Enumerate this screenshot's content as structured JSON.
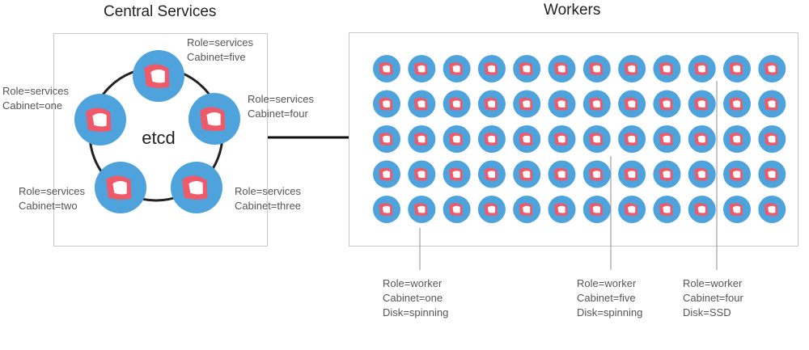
{
  "central": {
    "title": "Central Services",
    "center_label": "etcd",
    "nodes": [
      {
        "role": "Role=services",
        "cabinet": "Cabinet=five"
      },
      {
        "role": "Role=services",
        "cabinet": "Cabinet=four"
      },
      {
        "role": "Role=services",
        "cabinet": "Cabinet=three"
      },
      {
        "role": "Role=services",
        "cabinet": "Cabinet=two"
      },
      {
        "role": "Role=services",
        "cabinet": "Cabinet=one"
      }
    ]
  },
  "workers": {
    "title": "Workers",
    "rows": 5,
    "columns": 12,
    "callouts": [
      {
        "role": "Role=worker",
        "cabinet": "Cabinet=one",
        "disk": "Disk=spinning"
      },
      {
        "role": "Role=worker",
        "cabinet": "Cabinet=five",
        "disk": "Disk=spinning"
      },
      {
        "role": "Role=worker",
        "cabinet": "Cabinet=four",
        "disk": "Disk=SSD"
      }
    ]
  },
  "colors": {
    "node_outer": "#4fa3dc",
    "node_mid": "#ee5a6a",
    "node_core": "#ffffff",
    "ring": "#222222",
    "panel_border": "#c8c8c8",
    "connector": "#111111",
    "callout_line": "#8c8c8c"
  }
}
